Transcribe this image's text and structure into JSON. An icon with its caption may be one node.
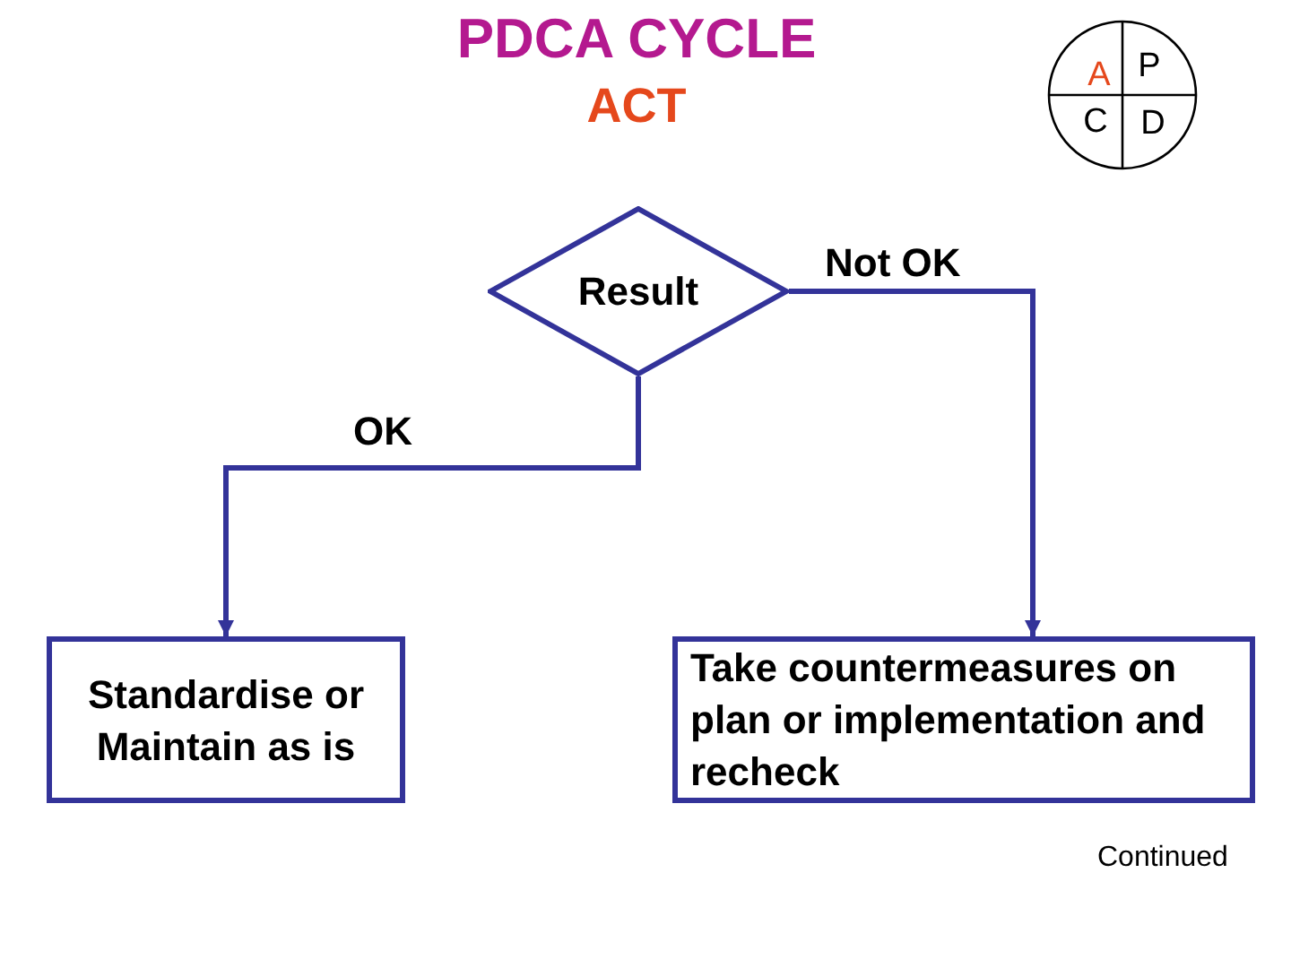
{
  "diagram": {
    "title": "PDCA CYCLE",
    "nodes": [
      {
        "text": [
          "A",
          "P",
          "C",
          "D"
        ]
      },
      {
        "text": [
          "Result"
        ]
      },
      {
        "text": [
          "Standardise or Maintain as is"
        ]
      },
      {
        "text": [
          "Take countermeasures on plan or implementation and recheck"
        ]
      }
    ],
    "edges": [
      {
        "from": 1,
        "to": 2,
        "arrow": "to",
        "label": "OK"
      },
      {
        "from": 1,
        "to": 3,
        "arrow": "to",
        "label": "Not OK"
      }
    ],
    "labels": [
      "ACT",
      "Continued"
    ]
  }
}
